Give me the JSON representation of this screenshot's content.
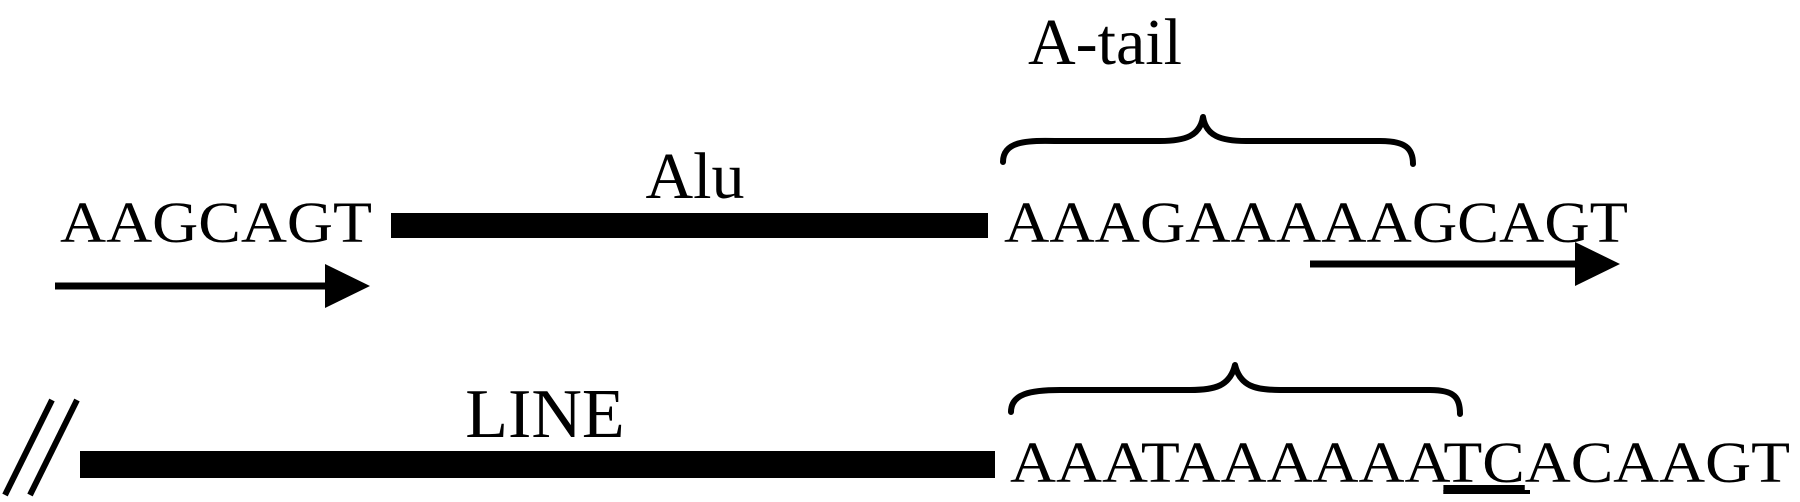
{
  "diagram": {
    "alu_row": {
      "label": "Alu",
      "left_sequence": "AAGCAGT",
      "right_sequence": "AAAGAAAAAGCAGT",
      "brace_label": "A-tail"
    },
    "line_row": {
      "label": "LINE",
      "right_sequence_part1": "AAATAAAAAA",
      "right_sequence_underlined": "TC",
      "right_sequence_part2": "ACAAGT"
    }
  }
}
